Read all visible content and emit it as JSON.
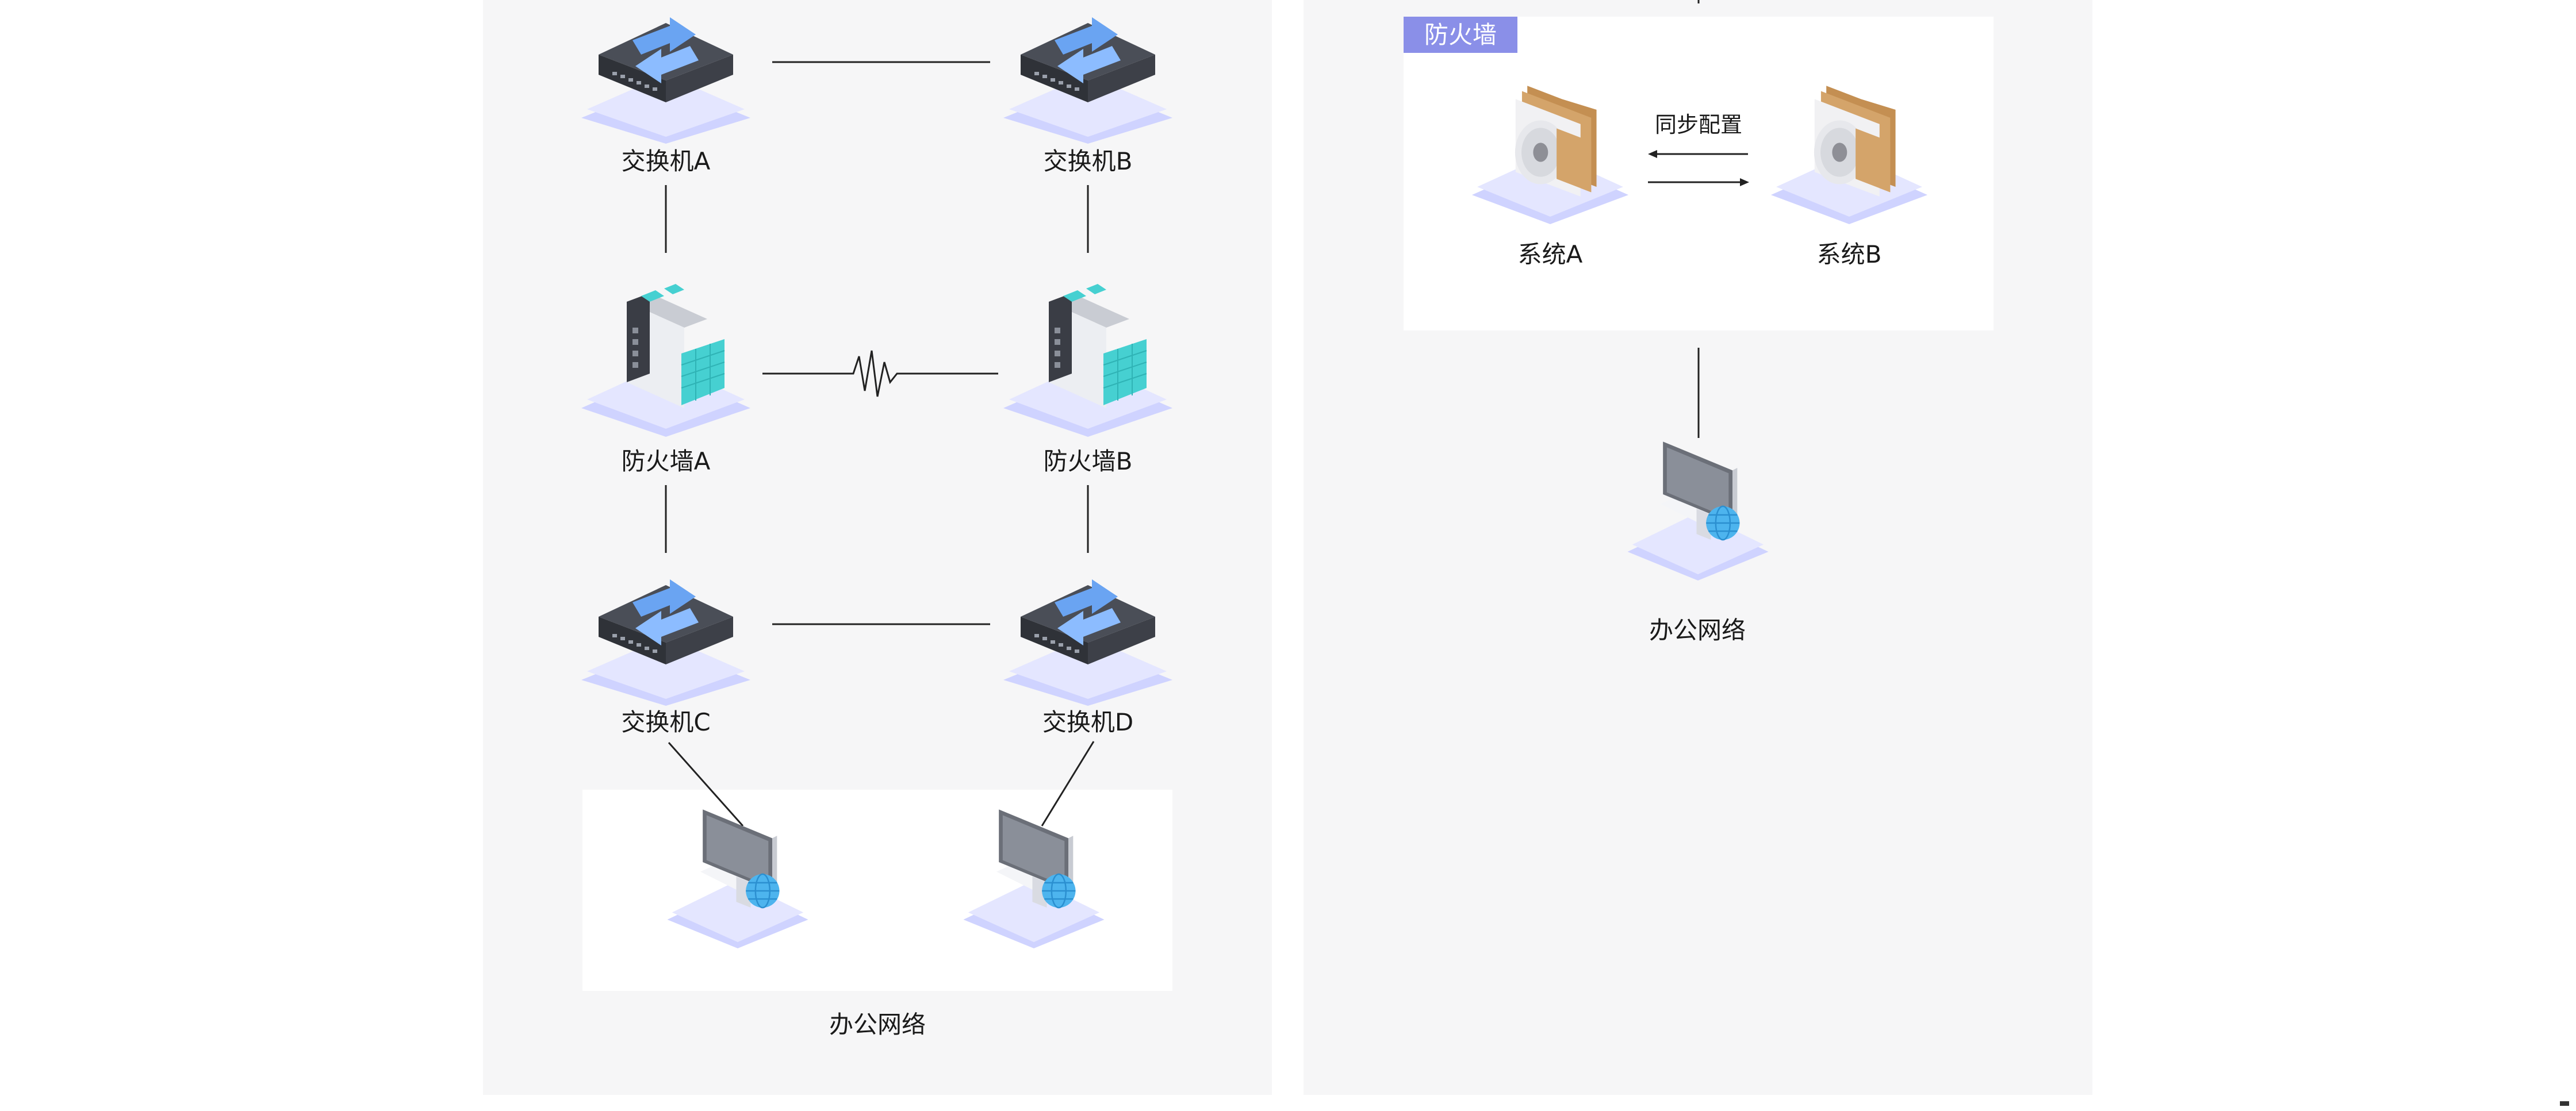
{
  "left_topology": {
    "switch_a": "交换机A",
    "switch_b": "交换机B",
    "firewall_a": "防火墙A",
    "firewall_b": "防火墙B",
    "switch_c": "交换机C",
    "switch_d": "交换机D",
    "office_network": "办公网络"
  },
  "right_topology": {
    "firewall_tag": "防火墙",
    "system_a": "系统A",
    "system_b": "系统B",
    "sync_label": "同步配置",
    "office_network": "办公网络"
  },
  "colors": {
    "panel_bg": "#f6f6f7",
    "tag_bg": "#8a8fe8",
    "platform": "#dfe2ff",
    "switch_body": "#3d4048",
    "arrow_blue": "#6aa4f2",
    "firewall_teal": "#46d0d1",
    "folder": "#d4a46a",
    "globe": "#4db4ee"
  },
  "icons": [
    "switch-icon",
    "firewall-icon",
    "computer-icon",
    "folder-disc-icon",
    "globe-icon",
    "arrow-left-icon",
    "arrow-right-icon"
  ]
}
